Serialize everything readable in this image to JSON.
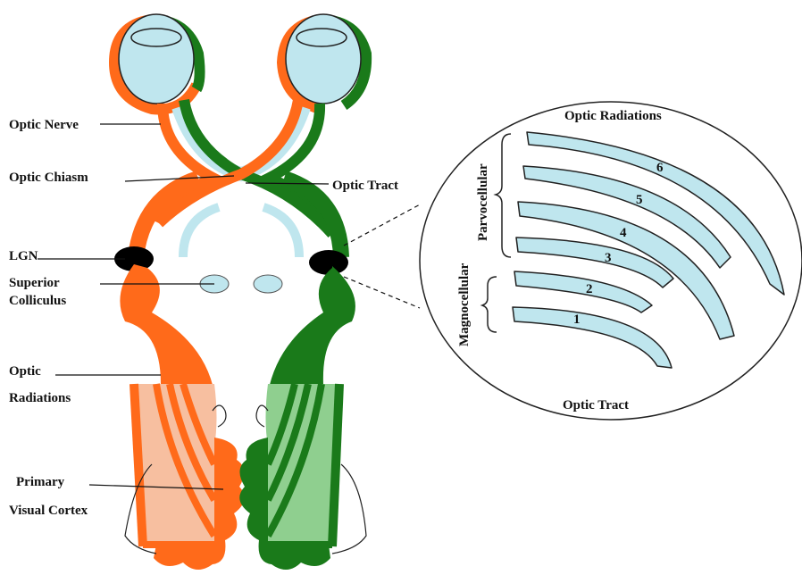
{
  "labels": {
    "optic_nerve": "Optic Nerve",
    "optic_chiasm": "Optic Chiasm",
    "optic_tract": "Optic Tract",
    "lgn": "LGN",
    "superior_colliculus_1": "Superior",
    "superior_colliculus_2": "Colliculus",
    "optic_radiations_1": "Optic",
    "optic_radiations_2": "Radiations",
    "primary_visual_cortex_1": "Primary",
    "primary_visual_cortex_2": "Visual Cortex"
  },
  "inset": {
    "top_label": "Optic Radiations",
    "bottom_label": "Optic Tract",
    "parvocellular": "Parvocellular",
    "magnocellular": "Magnocellular",
    "layers": [
      "1",
      "2",
      "3",
      "4",
      "5",
      "6"
    ]
  },
  "colors": {
    "left_pathway": "#ff6a1a",
    "right_pathway": "#1a7a1a",
    "eye_fill": "#bfe6ee",
    "layer_fill": "#bfe6ee",
    "dark": "#000000"
  }
}
